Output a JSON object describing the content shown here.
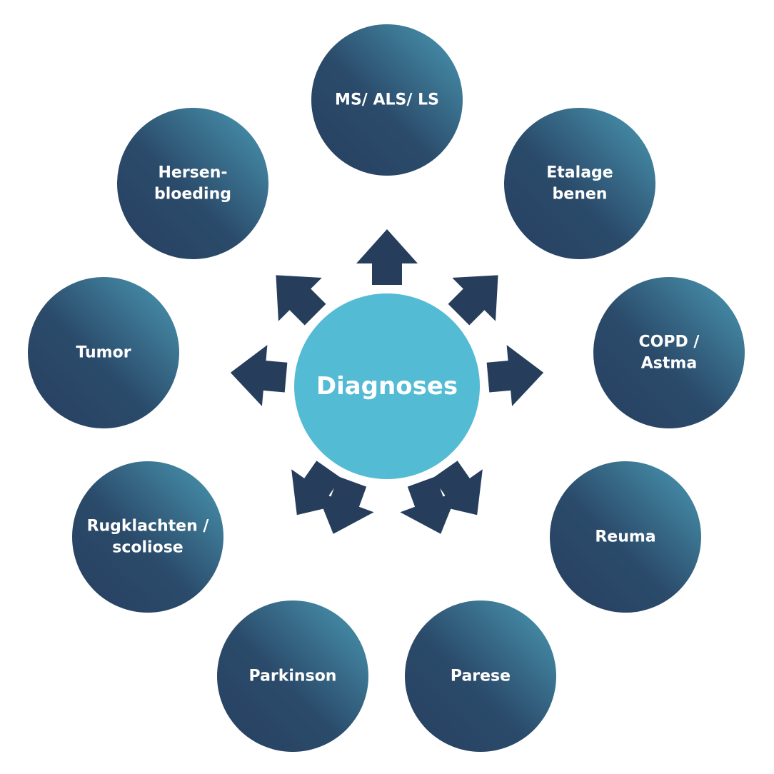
{
  "center": {
    "label": "Diagnoses",
    "color": "#54bbd5"
  },
  "colors": {
    "node_dark": "#273f5f",
    "node_light": "#4a9ab4",
    "arrow": "#263e5c"
  },
  "nodes": [
    {
      "lines": [
        "MS/ ALS/ LS"
      ]
    },
    {
      "lines": [
        "Etalage",
        "benen"
      ]
    },
    {
      "lines": [
        "COPD /",
        "Astma"
      ]
    },
    {
      "lines": [
        "Reuma"
      ]
    },
    {
      "lines": [
        "Parese"
      ]
    },
    {
      "lines": [
        "Parkinson"
      ]
    },
    {
      "lines": [
        "Rugklachten /",
        "scoliose"
      ]
    },
    {
      "lines": [
        "Tumor"
      ]
    },
    {
      "lines": [
        "Hersen-",
        "bloeding"
      ]
    }
  ]
}
